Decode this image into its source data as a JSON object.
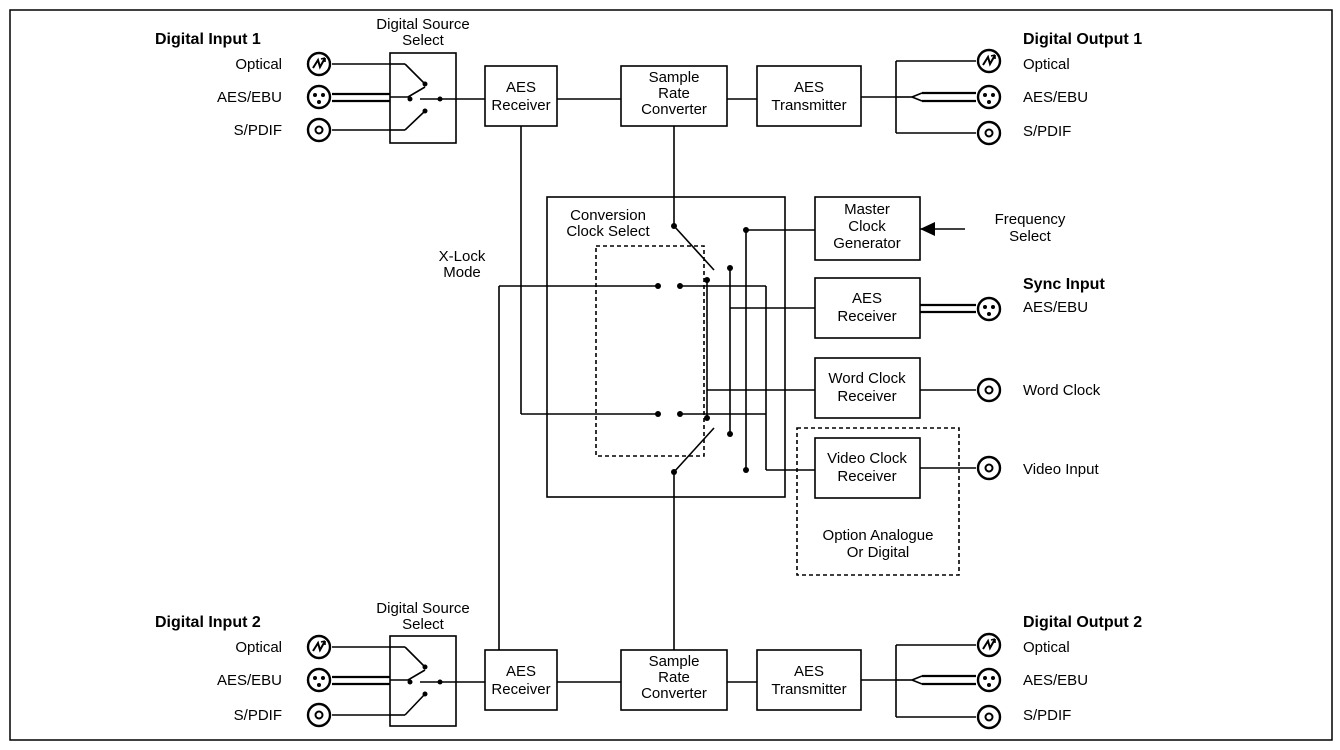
{
  "labels": {
    "digital_input_1": "Digital Input 1",
    "digital_input_2": "Digital Input 2",
    "digital_output_1": "Digital Output 1",
    "digital_output_2": "Digital Output 2",
    "optical": "Optical",
    "aes_ebu": "AES/EBU",
    "spdif": "S/PDIF",
    "digital_source_select": [
      "Digital Source",
      "Select"
    ],
    "aes_receiver": [
      "AES",
      "Receiver"
    ],
    "sample_rate_converter": [
      "Sample",
      "Rate",
      "Converter"
    ],
    "aes_transmitter": [
      "AES",
      "Transmitter"
    ],
    "conversion_clock_select": [
      "Conversion",
      "Clock Select"
    ],
    "master_clock_generator": [
      "Master",
      "Clock",
      "Generator"
    ],
    "frequency_select": [
      "Frequency",
      "Select"
    ],
    "x_lock_mode": [
      "X-Lock",
      "Mode"
    ],
    "sync_input": "Sync Input",
    "word_clock_receiver": [
      "Word Clock",
      "Receiver"
    ],
    "word_clock": "Word Clock",
    "video_clock_receiver": [
      "Video Clock",
      "Receiver"
    ],
    "video_input": "Video Input",
    "option_analogue_or_digital": [
      "Option Analogue",
      "Or Digital"
    ]
  },
  "icons": {
    "optical": "optical-connector-icon",
    "aes_ebu": "xlr-connector-icon",
    "spdif": "bnc-connector-icon"
  }
}
